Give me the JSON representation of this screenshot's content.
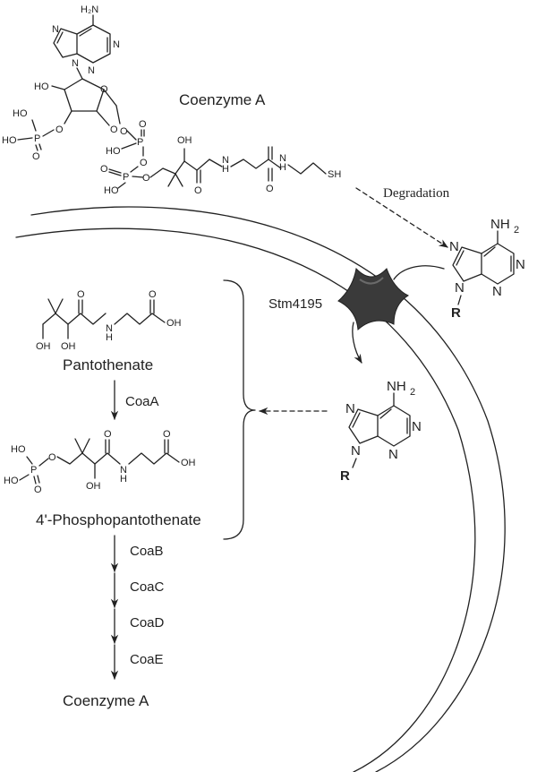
{
  "coenzyme_a_top": {
    "name": "Coenzyme A",
    "atoms": {
      "h2n": "H₂N",
      "n": "N",
      "ho": "HO",
      "o": "O",
      "p": "P",
      "oh": "OH",
      "h": "H",
      "sh": "SH"
    }
  },
  "degradation": {
    "label": "Degradation"
  },
  "transporter": {
    "label": "Stm4195"
  },
  "adenine_outside": {
    "nh2": "NH",
    "sub2": "2",
    "n": "N",
    "r": "R"
  },
  "adenine_inside": {
    "nh2": "NH",
    "sub2": "2",
    "n": "N",
    "r": "R"
  },
  "pathway": {
    "pantothenate": "Pantothenate",
    "phosphopantothenate": "4'-Phosphopantothenate",
    "coenzyme_a": "Coenzyme A",
    "enzymes": [
      "CoaA",
      "CoaB",
      "CoaC",
      "CoaD",
      "CoaE"
    ]
  },
  "colors": {
    "ink": "#222222",
    "transporter": "#3a3a3a",
    "transporter_highlight": "#6a6a6a"
  }
}
